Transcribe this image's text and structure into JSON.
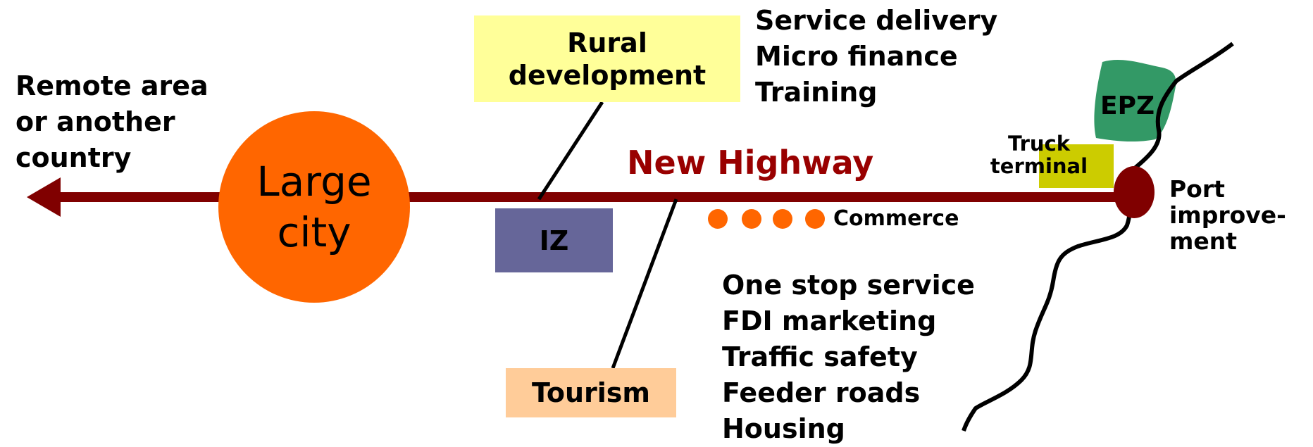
{
  "remote_area": {
    "lines": [
      "Remote area",
      "or another",
      "country"
    ]
  },
  "large_city": {
    "lines": [
      "Large",
      "city"
    ]
  },
  "rural_development": {
    "lines": [
      "Rural",
      "development"
    ]
  },
  "highway_label": "New Highway",
  "iz_label": "IZ",
  "tourism_label": "Tourism",
  "commerce_label": "Commerce",
  "rural_services": [
    "Service delivery",
    "Micro finance",
    "Training"
  ],
  "corridor_services": [
    "One stop service",
    "FDI marketing",
    "Traffic safety",
    "Feeder roads",
    "Housing"
  ],
  "truck_terminal": {
    "lines": [
      "Truck",
      "terminal"
    ]
  },
  "epz_label": "EPZ",
  "port": {
    "lines": [
      "Port",
      "improve-",
      "ment"
    ]
  },
  "colors": {
    "highway": "#800000",
    "city": "#ff6600",
    "rural_box": "#ffff99",
    "iz_box": "#666699",
    "tourism_box": "#ffcc99",
    "truck_terminal": "#cccc00",
    "epz": "#339966",
    "port": "#800000",
    "commerce_dots": "#ff6600",
    "highway_text": "#990000"
  }
}
